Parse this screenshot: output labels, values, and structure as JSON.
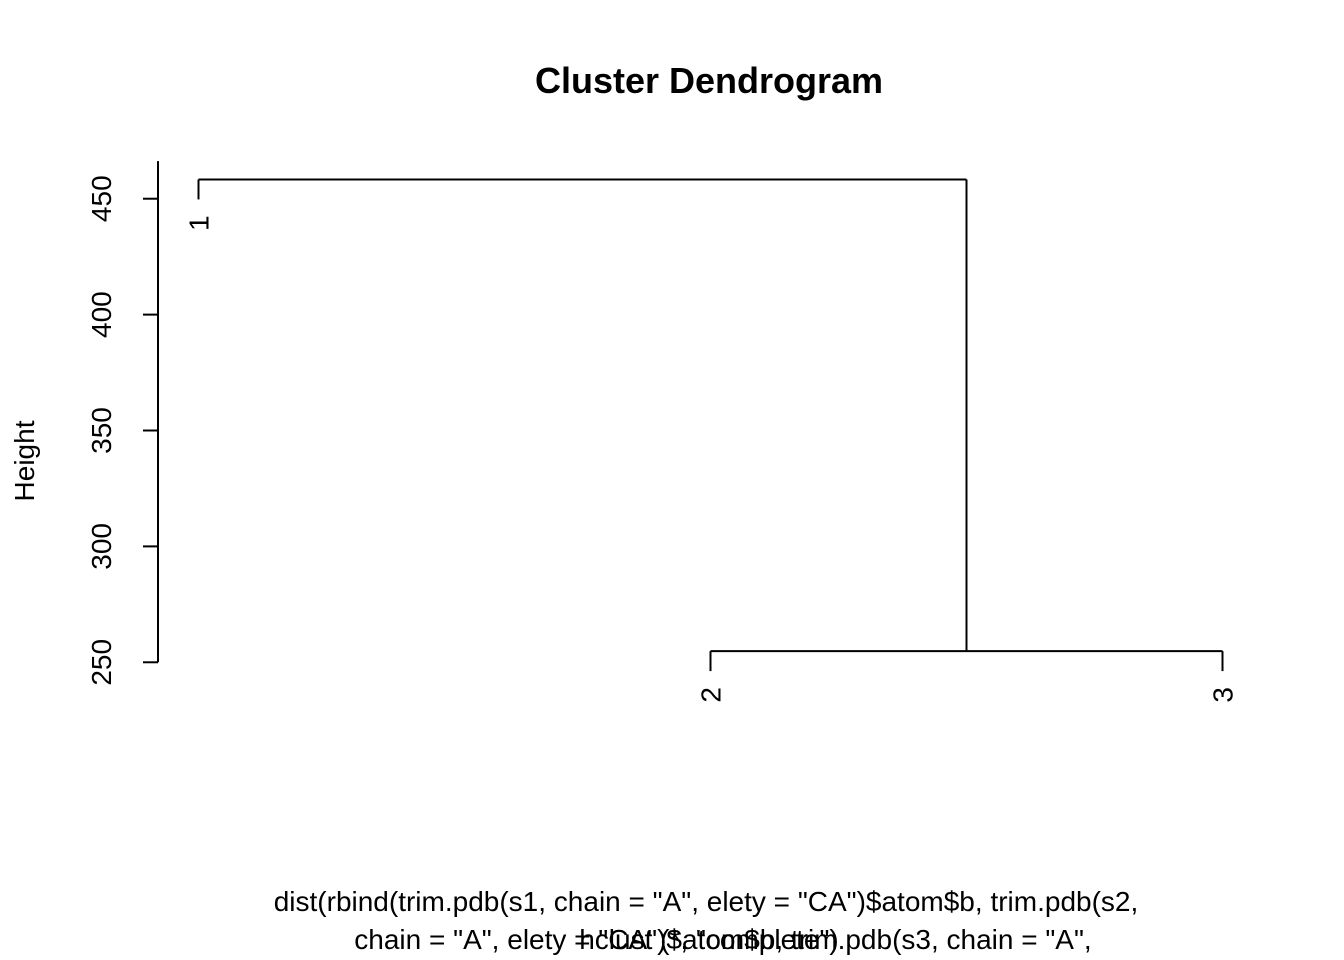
{
  "chart_data": {
    "type": "dendrogram",
    "title": "Cluster Dendrogram",
    "ylabel": "Height",
    "xlabel_lines": [
      "dist(rbind(trim.pdb(s1, chain = \"A\", elety = \"CA\")$atom$b, trim.pdb(s2,",
      "chain = \"A\", elety = \"CA\")$atom$b, trim.pdb(s3, chain = \"A\","
    ],
    "sub": "hclust (*, \"complete\")",
    "ylim": [
      232,
      468
    ],
    "yticks": [
      250,
      300,
      350,
      400,
      450
    ],
    "grid": false,
    "leaves": [
      {
        "label": "1",
        "order": 1,
        "height": 458.3
      },
      {
        "label": "2",
        "order": 2,
        "height": 254.8
      },
      {
        "label": "3",
        "order": 3,
        "height": 254.8
      }
    ],
    "merges": [
      {
        "members": [
          "2",
          "3"
        ],
        "height": 254.8
      },
      {
        "members": [
          "1",
          "2,3"
        ],
        "height": 458.3
      }
    ],
    "leaf_hang_length": 8.6
  }
}
